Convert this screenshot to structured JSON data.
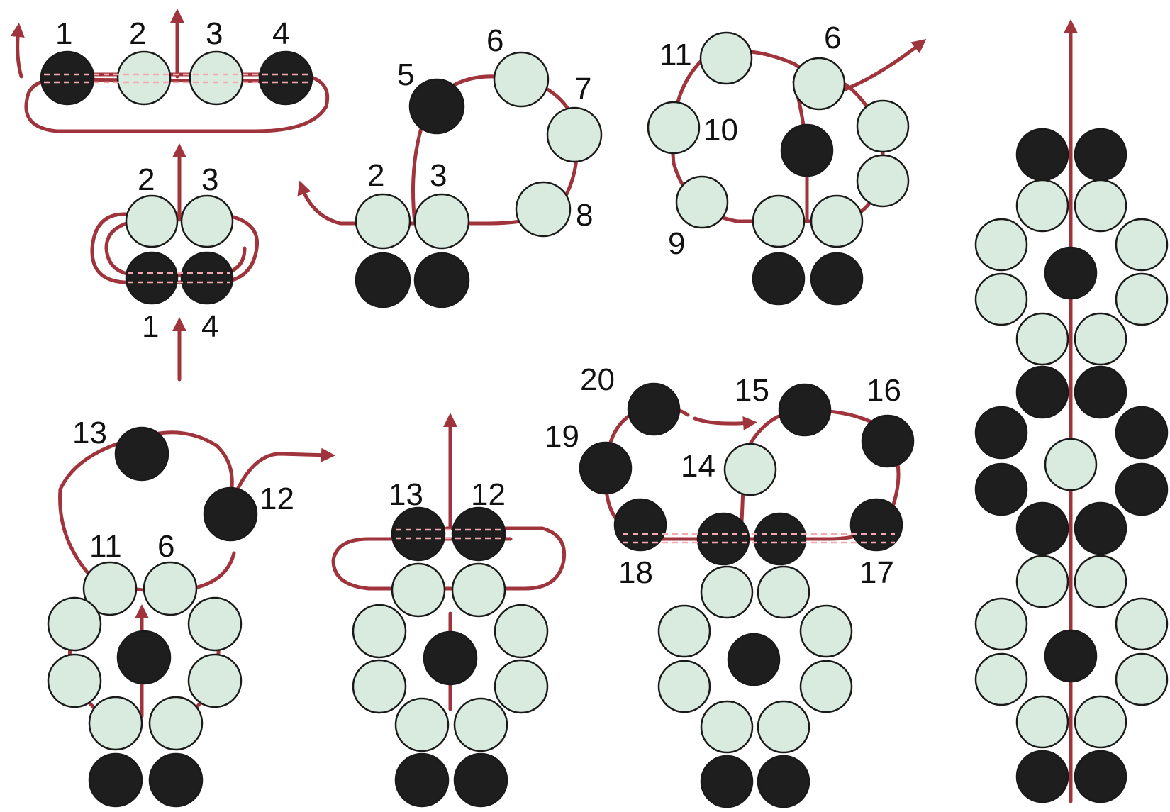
{
  "colors": {
    "light_bead": "#d9eadf",
    "dark_bead": "#1e1e1e",
    "thread": "#a0343d",
    "thread_inside": "#f2aab0",
    "label": "#111111"
  },
  "steps": [
    {
      "id": "step-1a",
      "labels": [
        "1",
        "2",
        "3",
        "4"
      ]
    },
    {
      "id": "step-1b",
      "labels": [
        "2",
        "3",
        "1",
        "4"
      ]
    },
    {
      "id": "step-2",
      "labels": [
        "5",
        "6",
        "7",
        "2",
        "3",
        "8"
      ]
    },
    {
      "id": "step-3",
      "labels": [
        "11",
        "6",
        "10",
        "9"
      ]
    },
    {
      "id": "step-4",
      "labels": [
        "13",
        "12",
        "11",
        "6"
      ]
    },
    {
      "id": "step-5",
      "labels": [
        "13",
        "12"
      ]
    },
    {
      "id": "step-6",
      "labels": [
        "20",
        "15",
        "16",
        "19",
        "14",
        "18",
        "17"
      ]
    },
    {
      "id": "step-7",
      "labels": []
    }
  ]
}
